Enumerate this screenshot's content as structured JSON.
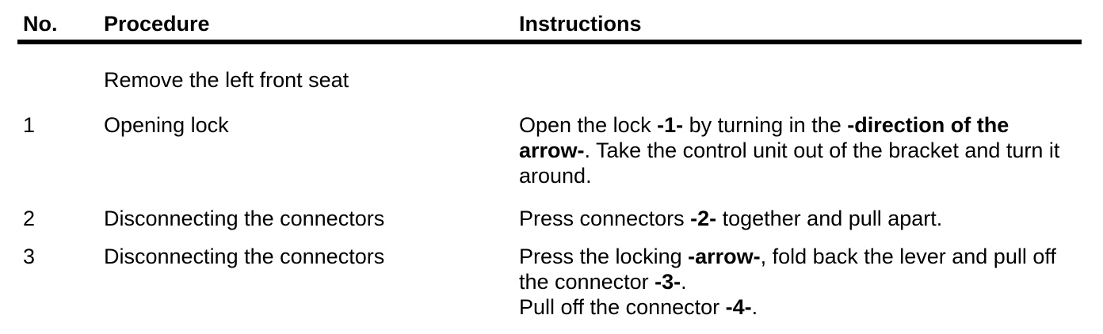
{
  "document": {
    "table": {
      "headers": [
        {
          "label": "No."
        },
        {
          "label": "Procedure"
        },
        {
          "label": "Instructions"
        }
      ],
      "section_title": "Remove the left front seat",
      "rows": [
        {
          "no": "1",
          "procedure": "Opening lock",
          "instructions": [
            {
              "text": "Open the lock "
            },
            {
              "text": "-1-",
              "bold": true
            },
            {
              "text": " by turning in the "
            },
            {
              "text": "-direction of the",
              "bold": true
            },
            {
              "break": true
            },
            {
              "text": "arrow-",
              "bold": true
            },
            {
              "text": ". Take the control unit out of the bracket and turn it"
            },
            {
              "break": true
            },
            {
              "text": "around."
            }
          ]
        },
        {
          "no": "2",
          "procedure": "Disconnecting the connectors",
          "instructions": [
            {
              "text": "Press connectors "
            },
            {
              "text": "-2-",
              "bold": true
            },
            {
              "text": " together and pull apart."
            }
          ]
        },
        {
          "no": "3",
          "procedure": "Disconnecting the connectors",
          "instructions": [
            {
              "text": "Press the locking "
            },
            {
              "text": "-arrow-",
              "bold": true
            },
            {
              "text": ", fold back the lever and pull off"
            },
            {
              "break": true
            },
            {
              "text": "the connector "
            },
            {
              "text": "-3-",
              "bold": true
            },
            {
              "text": "."
            },
            {
              "break": true
            },
            {
              "text": "Pull off the connector "
            },
            {
              "text": "-4-",
              "bold": true
            },
            {
              "text": "."
            }
          ]
        }
      ]
    }
  }
}
